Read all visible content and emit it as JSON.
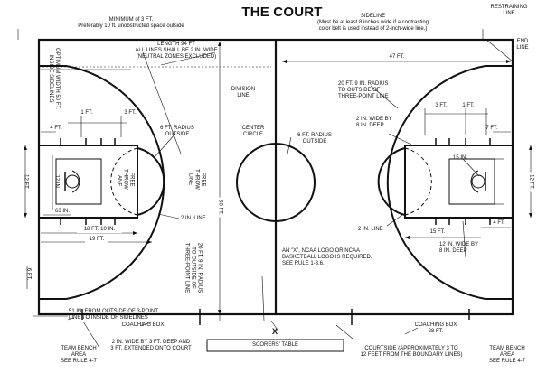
{
  "title": "THE COURT",
  "labels": {
    "minimum_3ft": "MINIMUM of 3 FT.\nPreferably 10 ft. unobstructed space outside",
    "sideline": "SIDELINE\n(Must be at least 8 inches wide if a contrasting\ncolor belt is used instead of 2-inch-wide line.)",
    "restraining_line": "RESTRAINING\nLINE",
    "end_line": "END\nLINE",
    "optimum_width": "OPTIMUM WIDTH 50 FT.\nINSIDE SIDELINES",
    "length_94": "LENGTH 94 FT\nALL LINES SHALL BE 2 IN. WIDE\n(NEUTRAL ZONES EXCLUDED)",
    "dim_47": "47 FT.",
    "division_line": "DIVISION\nLINE",
    "three_pt_radius_right": "20 FT. 9 IN. RADIUS\nTO OUTSIDE OF\nTHREE-POINT LINE",
    "dim_4ft_left": "4 FT.",
    "dim_1ft_left": "1 FT.",
    "dim_3ft_left": "3 FT.",
    "radius_6ft_outside_left": "6 FT. RADIUS\nOUTSIDE",
    "center_circle": "CENTER\nCIRCLE",
    "radius_6ft_outside_center": "6 FT. RADIUS\nOUTSIDE",
    "dim_3ft_right": "3 FT.",
    "dim_1ft_right": "1 FT.",
    "dim_7ft_right": "7 FT.",
    "two_in_wide_8_deep_top": "2 IN. WIDE BY\n8 IN. DEEP",
    "dim_15in": "15 IN.",
    "dim_12ft_left": "12 FT.",
    "dim_12in": "12 IN.",
    "free_throw_lane": "FREE\nTHROW\nLANE",
    "free_throw_line": "FREE\nTHROW\nLINE",
    "dim_50ft": "50 FT.",
    "dim_12ft_right": "12 FT.",
    "dim_63in": "63 IN.",
    "two_in_line_left": "2 IN. LINE",
    "two_in_line_right": "2 IN. LINE",
    "dim_4ft_right": "4 FT.",
    "dim_18ft_10in": "18 FT. 10 IN.",
    "dim_19ft": "19 FT.",
    "dim_15ft": "15 FT.",
    "twelve_in_wide_8_deep": "12 IN. WIDE BY\n8 IN. DEEP",
    "three_pt_radius_left": "20 FT. 9 IN. RADIUS\nTO OUTSIDE OF\nTHREE-POINT LINE",
    "ncaa_logo": "AN \"X\", NCAA LOGO OR NCAA\nBASKETBALL LOGO IS REQUIRED.\nSEE RULE 1-3.6.",
    "dim_6ft": "6 FT.",
    "fifty_one_in": "51 IN. FROM OUTSIDE OF 3-POINT\nLINE TO INSIDE OF SIDELINES",
    "coaching_box_left": "COACHING BOX",
    "coaching_box_right": "COACHING BOX\n28 FT.",
    "x_mark": "X",
    "team_bench_left": "TEAM BENCH\nAREA\nSEE RULE 4-7",
    "two_in_wide_3ft_deep": "2 IN. WIDE BY 3 FT. DEEP AND\n3 FT. EXTENDED ONTO COURT",
    "scorers_table": "SCORERS' TABLE",
    "courtside": "COURTSIDE (APPROXIMATELY 3 TO\n12 FEET FROM THE BOUNDARY LINES)",
    "team_bench_right": "TEAM BENCH\nAREA\nSEE RULE 4-7"
  }
}
